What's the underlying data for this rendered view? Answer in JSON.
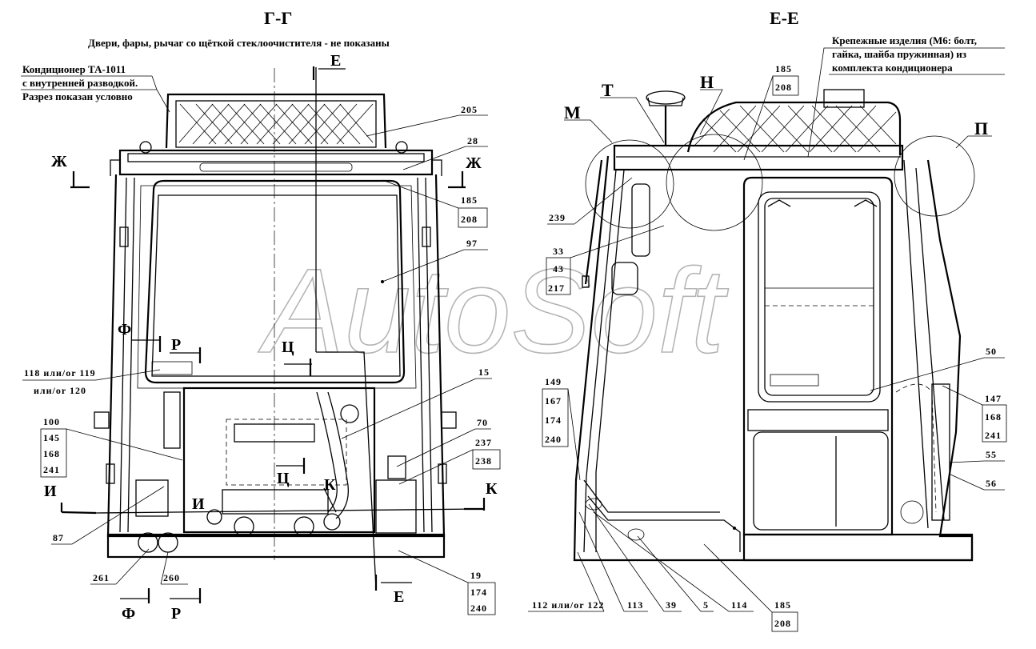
{
  "titles": {
    "left_section": "Г-Г",
    "right_section": "Е-Е"
  },
  "notes": {
    "top_center": "Двери, фары, рычаг со щёткой стеклоочистителя - не показаны",
    "conditioner": [
      "Кондиционер ТА-1011",
      "с внутренней разводкой.",
      "Разрез показан условно"
    ],
    "fasteners": [
      "Крепежные изделия (М6: болт,",
      "гайка, шайба пружинная) из",
      "комплекта кондиционера"
    ]
  },
  "watermark": "AutoSoft",
  "left_callouts": {
    "c205": "205",
    "c28": "28",
    "c185_208": [
      "185",
      "208"
    ],
    "c97": "97",
    "c118": [
      "118 или/or 119",
      "или/or 120"
    ],
    "c15": "15",
    "c100": [
      "100",
      "145",
      "168",
      "241"
    ],
    "c70": "70",
    "c237_238": [
      "237",
      "238"
    ],
    "c87": "87",
    "c261": "261",
    "c260": "260",
    "c19": [
      "19",
      "174",
      "240"
    ]
  },
  "left_section_marks": {
    "E_top": "Е",
    "E_bottom": "Е",
    "Zh_left": "Ж",
    "Zh_right": "Ж",
    "F_mid": "Ф",
    "R_mid": "Р",
    "Ts_top": "Ц",
    "Ts_bottom": "Ц",
    "I_left": "И",
    "I_mid": "И",
    "K_right": "К",
    "K_mid": "К",
    "F_bottom": "Ф",
    "R_bottom": "Р"
  },
  "right_callouts": {
    "M": "М",
    "T": "Т",
    "N": "Н",
    "P": "П",
    "c185_208_top": [
      "185",
      "208"
    ],
    "c239": "239",
    "c33": [
      "33",
      "43",
      "217"
    ],
    "c50": "50",
    "c149": [
      "149",
      "167",
      "174",
      "240"
    ],
    "c147": [
      "147",
      "168",
      "241"
    ],
    "c55": "55",
    "c56": "56",
    "c112": "112 или/or 122",
    "c113": "113",
    "c39": "39",
    "c5": "5",
    "c114": "114",
    "c185_208_bottom": [
      "185",
      "208"
    ]
  }
}
